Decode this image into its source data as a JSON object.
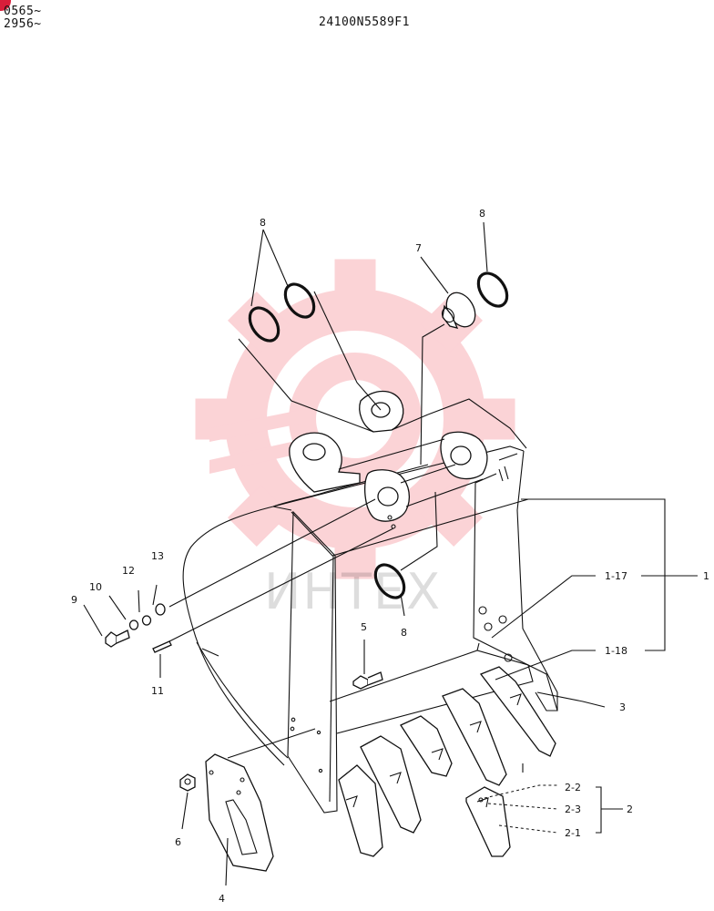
{
  "header": {
    "serial_from": "0565~",
    "serial_to": "2956~",
    "drawing_number": "24100N5589F1"
  },
  "watermark": {
    "text": "ИНТЕХ",
    "logo_icon": "gear-logo-icon",
    "color": "#f03a4a"
  },
  "accent_color": "#d81e3a",
  "part_labels": {
    "p8a": "8",
    "p8b": "8",
    "p8c": "8",
    "p7": "7",
    "p1_17": "1-17",
    "p1": "1",
    "p1_18": "1-18",
    "p13": "13",
    "p12": "12",
    "p10": "10",
    "p9": "9",
    "p11": "11",
    "p5": "5",
    "p3": "3",
    "p2_2": "2-2",
    "p2_3": "2-3",
    "p2_1": "2-1",
    "p2": "2",
    "p6": "6",
    "p4": "4"
  }
}
